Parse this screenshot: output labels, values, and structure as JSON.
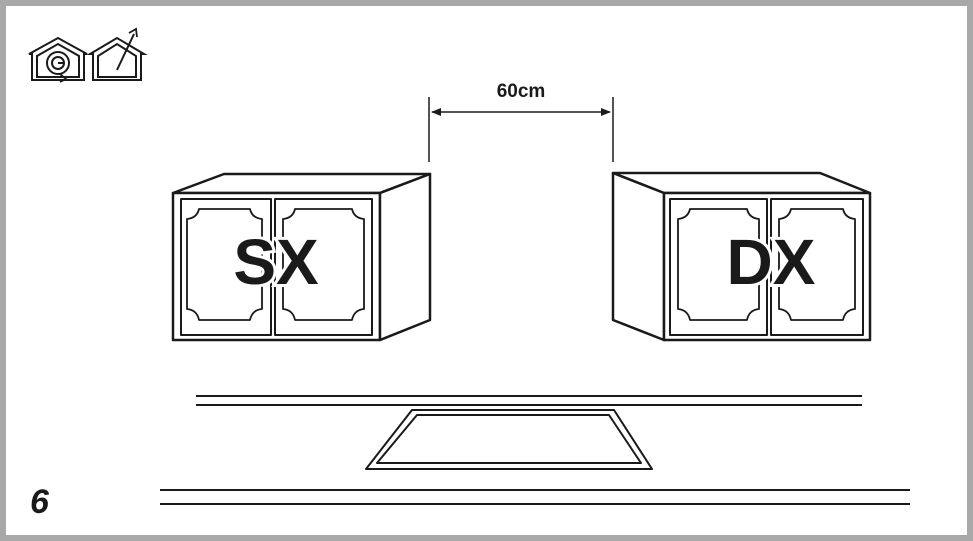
{
  "figure": {
    "number": "6",
    "dimension_label": "60cm",
    "left_cabinet_label": "SX",
    "right_cabinet_label": "DX"
  },
  "icons": {
    "recirculation": "recirculation-mode-icon",
    "extraction": "extraction-mode-icon"
  },
  "colors": {
    "frame": "#a8a8a8",
    "ink": "#1a1a1a",
    "background": "#ffffff"
  }
}
